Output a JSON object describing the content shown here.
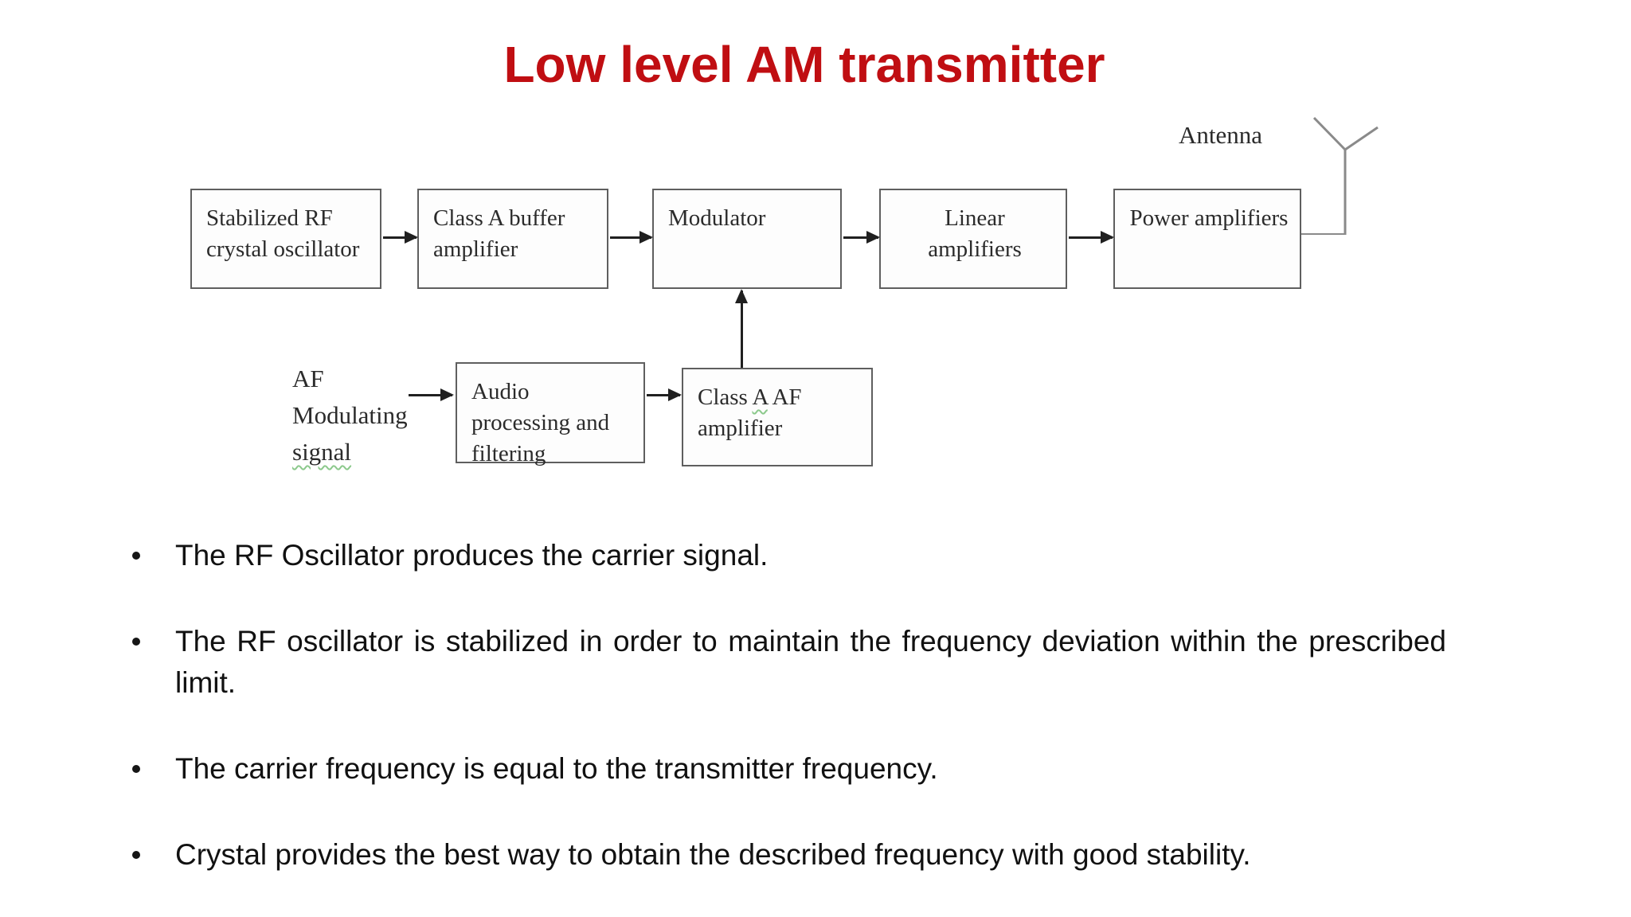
{
  "title": {
    "text": "Low level AM transmitter"
  },
  "colors": {
    "title-red": "#c00e12",
    "squiggle-green": "#8cc98c",
    "box-border": "#5f5f5f",
    "antenna-grey": "#8a8a8a"
  },
  "diagram": {
    "boxes": [
      {
        "label": "Stabilized RF crystal oscillator"
      },
      {
        "label": "Class A buffer amplifier"
      },
      {
        "label": "Modulator"
      },
      {
        "label": "Linear amplifiers"
      },
      {
        "label": "Power amplifiers"
      },
      {
        "label": "Audio processing and filtering"
      }
    ],
    "class_af_box": {
      "prefix": "Class ",
      "squiggle": "A",
      "suffix": " AF amplifier"
    },
    "af_source": {
      "line1": "AF",
      "line2": "Modulating",
      "line3": "signal"
    },
    "antenna_label": "Antenna"
  },
  "bullets": [
    "The RF Oscillator produces the carrier signal.",
    "The RF oscillator is stabilized in order to maintain the frequency deviation within the prescribed limit.",
    "The carrier frequency is equal to the transmitter frequency.",
    "Crystal provides the best way to obtain the described frequency with good stability."
  ]
}
